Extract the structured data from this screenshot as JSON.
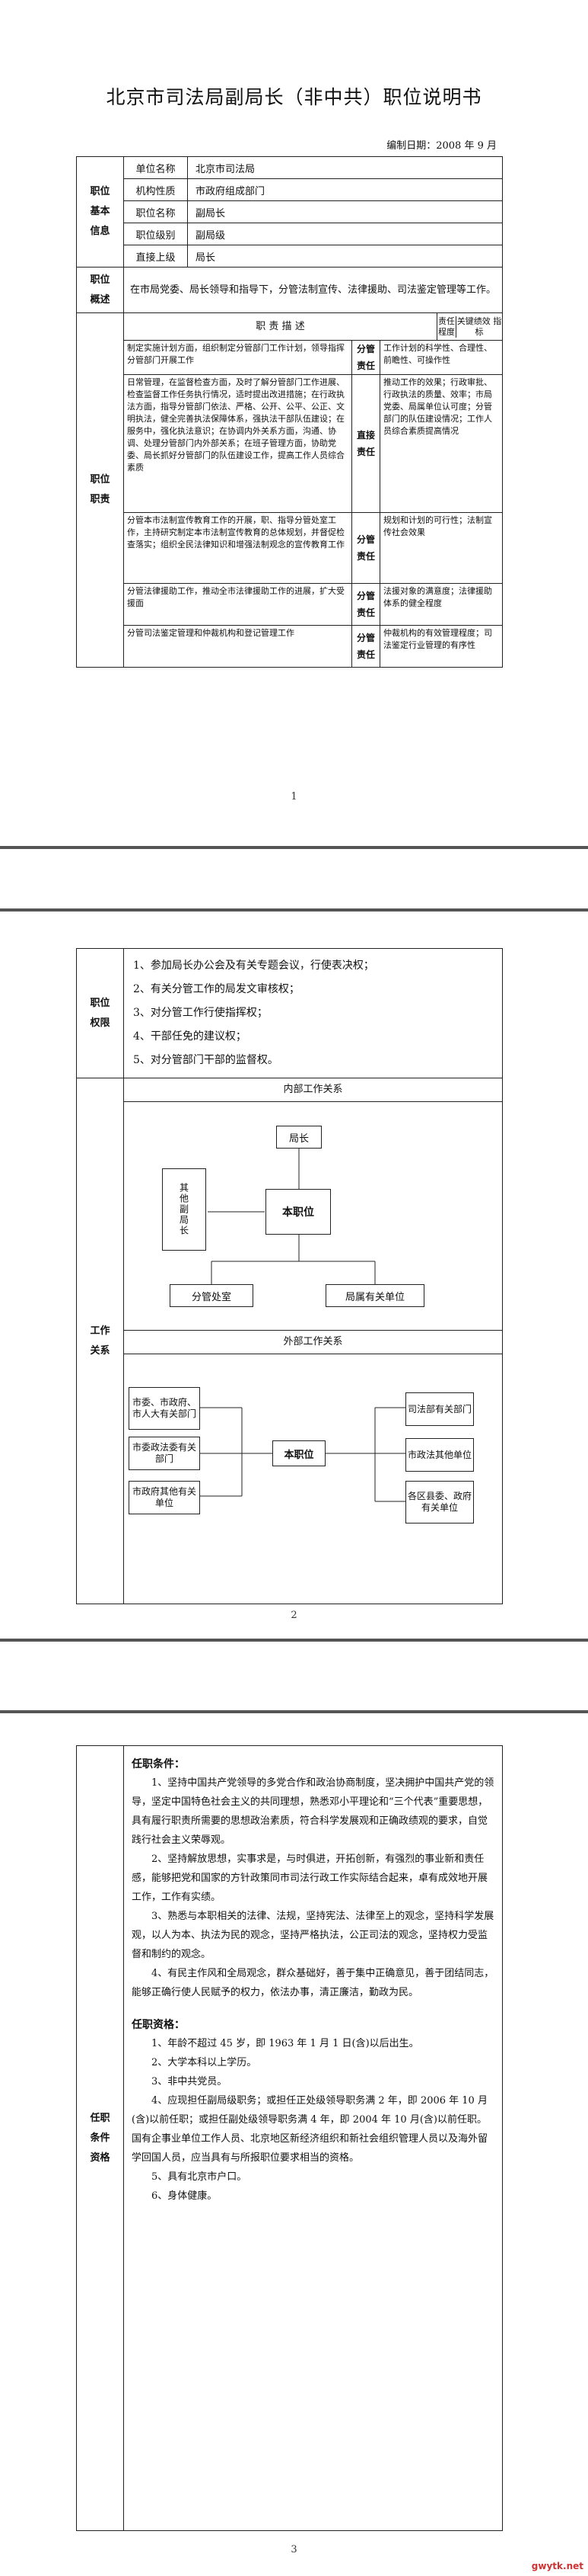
{
  "header": {
    "title": "北京市司法局副局长（非中共）职位说明书",
    "date": "编制日期：2008 年 9 月"
  },
  "basic_info": {
    "section_label": [
      "职位",
      "基本",
      "信息"
    ],
    "rows": [
      {
        "label": "单位名称",
        "value": "北京市司法局"
      },
      {
        "label": "机构性质",
        "value": "市政府组成部门"
      },
      {
        "label": "职位名称",
        "value": "副局长"
      },
      {
        "label": "职位级别",
        "value": "副局级"
      },
      {
        "label": "直接上级",
        "value": "局长"
      }
    ]
  },
  "summary": {
    "section_label": [
      "职位",
      "概述"
    ],
    "text": "在市局党委、局长领导和指导下，分管法制宣传、法律援助、司法鉴定管理等工作。"
  },
  "duties": {
    "section_label": [
      "职位",
      "职责"
    ],
    "col_headers": {
      "duty": "职 责 描 述",
      "resp": "责任 程度",
      "kpi": "关键绩效 指 标"
    },
    "rows": [
      {
        "duty": "制定实施计划方面，组织制定分管部门工作计划，领导指挥分管部门开展工作",
        "resp": "分管 责任",
        "kpi": "工作计划的科学性、合理性、前瞻性、可操作性"
      },
      {
        "duty": "日常管理，在监督检查方面，及时了解分管部门工作进展、检查监督工作任务执行情况，适时提出改进措施；在行政执法方面，指导分管部门依法、严格、公开、公平、公正、文明执法，健全完善执法保障体系，强执法干部队伍建设；在服务中，强化执法意识；在协调内外关系方面，沟通、协调、处理分管部门内外部关系；在班子管理方面，协助党委、局长抓好分管部门的队伍建设工作，提高工作人员综合素质",
        "resp": "直接 责任",
        "kpi": "推动工作的效果；行政审批、行政执法的质量、效率；市局党委、局属单位认可度；分管部门的队伍建设情况；工作人员综合素质提高情况"
      },
      {
        "duty": "分管本市法制宣传教育工作的开展，职、指导分管处室工作，主持研究制定本市法制宣传教育的总体规划，并督促检查落实；组织全民法律知识和增强法制观念的宣传教育工作",
        "resp": "分管 责任",
        "kpi": "规划和计划的可行性；法制宣传社会效果"
      },
      {
        "duty": "分管法律援助工作，推动全市法律援助工作的进展，扩大受援面",
        "resp": "分管 责任",
        "kpi": "法援对象的满意度；法律援助体系的健全程度"
      },
      {
        "duty": "分管司法鉴定管理和仲裁机构和登记管理工作",
        "resp": "分管 责任",
        "kpi": "仲裁机构的有效管理程度；司法鉴定行业管理的有序性"
      }
    ]
  },
  "powers": {
    "section_label": [
      "职位",
      "权限"
    ],
    "items": [
      "1、参加局长办公会及有关专题会议，行使表决权；",
      "2、有关分管工作的局发文审核权；",
      "3、对分管工作行使指挥权；",
      "4、干部任免的建议权；",
      "5、对分管部门干部的监督权。"
    ]
  },
  "relations": {
    "section_label": [
      "工作",
      "关系"
    ],
    "internal_title": "内部工作关系",
    "internal": {
      "boss": "局长",
      "self": "本职位",
      "peers": "其他副局长",
      "sub1": "分管处室",
      "sub2": "局属有关单位"
    },
    "external_title": "外部工作关系",
    "external": {
      "self": "本职位",
      "left": [
        "市委、市政府、市人大有关部门",
        "市委政法委有关部门",
        "市政府其他有关单位"
      ],
      "right": [
        "司法部有关部门",
        "市政法其他单位",
        "各区县委、政府有关单位"
      ]
    }
  },
  "qualification": {
    "section_label": [
      "任职",
      "条件",
      "资格"
    ],
    "conditions_title": "任职条件：",
    "conditions": [
      "1、坚持中国共产党领导的多党合作和政治协商制度，坚决拥护中国共产党的领导，坚定中国特色社会主义的共同理想，熟悉邓小平理论和“三个代表”重要思想，具有履行职责所需要的思想政治素质，符合科学发展观和正确政绩观的要求，自觉践行社会主义荣辱观。",
      "2、坚持解放思想，实事求是，与时俱进，开拓创新，有强烈的事业新和责任感，能够把党和国家的方针政策同市司法行政工作实际结合起来，卓有成效地开展工作，工作有实绩。",
      "3、熟悉与本职相关的法律、法规，坚持宪法、法律至上的观念，坚持科学发展观，以人为本、执法为民的观念，坚持严格执法，公正司法的观念，坚持权力受监督和制约的观念。",
      "4、有民主作风和全局观念，群众基础好，善于集中正确意见，善于团结同志，能够正确行使人民赋予的权力，依法办事，清正廉洁，勤政为民。"
    ],
    "qualifications_title": "任职资格：",
    "qualifications": [
      "1、年龄不超过 45 岁，即 1963 年 1 月 1 日(含)以后出生。",
      "2、大学本科以上学历。",
      "3、非中共党员。",
      "4、应现担任副局级职务；或担任正处级领导职务满 2 年，即 2006 年 10 月(含)以前任职；或担任副处级领导职务满 4 年，即 2004 年 10 月(含)以前任职。国有企事业单位工作人员、北京地区新经济组织和新社会组织管理人员以及海外留学回国人员，应当具有与所报职位要求相当的资格。",
      "5、具有北京市户口。",
      "6、身体健康。"
    ]
  },
  "pages": [
    "1",
    "2",
    "3"
  ],
  "watermark": "gwytk.net"
}
